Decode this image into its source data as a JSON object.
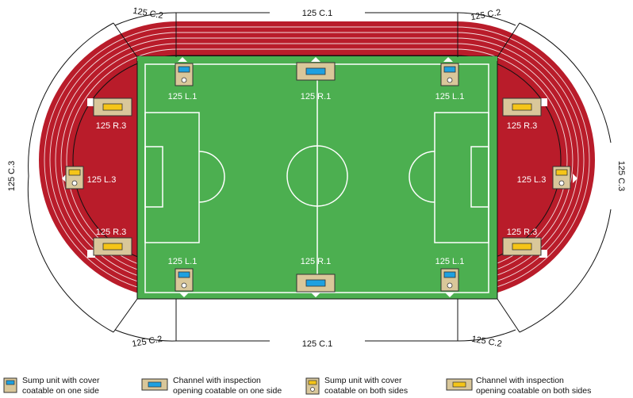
{
  "labels": {
    "c1_top": "125 C.1",
    "c1_bottom": "125 C.1",
    "c2_tl": "125 C.2",
    "c2_tr": "125 C.2",
    "c2_bl": "125 C.2",
    "c2_br": "125 C.2",
    "c3_left": "125 C.3",
    "c3_right": "125 C.3",
    "l1_tl": "125 L.1",
    "l1_tr": "125 L.1",
    "l1_bl": "125 L.1",
    "l1_br": "125 L.1",
    "r1_top": "125 R.1",
    "r1_bottom": "125 R.1",
    "r3_tl": "125 R.3",
    "r3_bl": "125 R.3",
    "r3_tr": "125 R.3",
    "r3_br": "125 R.3",
    "l3_left": "125 L.3",
    "l3_right": "125 L.3"
  },
  "legend": [
    {
      "line1": "Sump unit with cover",
      "line2": "coatable on one side",
      "icon": "sump-unit-one-side-icon"
    },
    {
      "line1": "Channel with inspection",
      "line2": "opening coatable on one side",
      "icon": "channel-one-side-icon"
    },
    {
      "line1": "Sump unit with cover",
      "line2": "coatable on both sides",
      "icon": "sump-unit-both-sides-icon"
    },
    {
      "line1": "Channel with inspection",
      "line2": "opening coatable on both sides",
      "icon": "channel-both-sides-icon"
    }
  ],
  "colors": {
    "track": "#b91c2a",
    "field": "#4caf50",
    "unit_body": "#d9c79a",
    "cover_blue": "#1ea0e0",
    "cover_yellow": "#f5c518"
  }
}
